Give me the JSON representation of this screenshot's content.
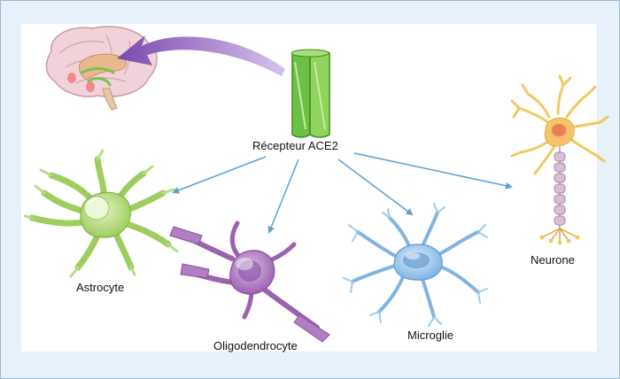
{
  "diagram": {
    "receptor_label": "Récepteur ACE2",
    "cells": [
      {
        "label": "Astrocyte"
      },
      {
        "label": "Oligodendrocyte"
      },
      {
        "label": "Microglie"
      },
      {
        "label": "Neurone"
      }
    ]
  },
  "colors": {
    "background": "#e6f1fb",
    "receptor_green": "#5cb531",
    "astrocyte_green": "#a8d16a",
    "oligodendrocyte_purple": "#a774b8",
    "microglia_blue": "#8fc0e8",
    "neuron_yellow": "#f1c95f",
    "arrow_blue": "#5aa0d6",
    "brain_arrow_purple": "#8b5ab8"
  }
}
